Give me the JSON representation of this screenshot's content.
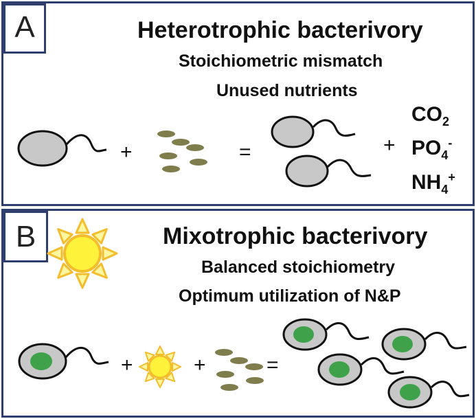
{
  "panel_a": {
    "label": "A",
    "title": "Heterotrophic bacterivory",
    "line1": "Stoichiometric mismatch",
    "line2": "Unused nutrients",
    "op_plus": "+",
    "op_equals": "=",
    "op_plus2": "+",
    "products": [
      {
        "base": "CO",
        "sub": "2",
        "sup": ""
      },
      {
        "base": "PO",
        "sub": "4",
        "sup": "-"
      },
      {
        "base": "NH",
        "sub": "4",
        "sup": "+"
      }
    ]
  },
  "panel_b": {
    "label": "B",
    "title": "Mixotrophic bacterivory",
    "line1": "Balanced stoichiometry",
    "line2": "Optimum utilization of N&P",
    "op_plus1": "+",
    "op_plus2": "+",
    "op_equals": "="
  },
  "colors": {
    "border": "#2e3f6e",
    "cell": "#c8c8c8",
    "chloroplast": "#3fa24a",
    "bacteria": "#807d4c",
    "sun": "#fff23a",
    "sun_rays": "#f3bd2d"
  }
}
